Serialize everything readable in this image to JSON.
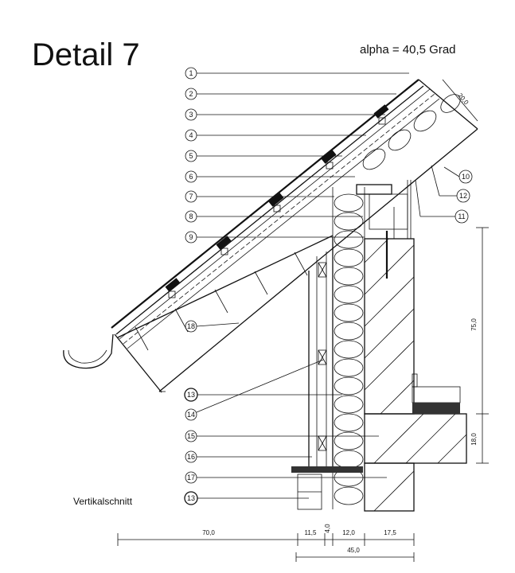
{
  "title": "Detail 7",
  "angle_label": "alpha = 40,5 Grad",
  "caption": "Vertikalschnitt",
  "callouts": [
    "1",
    "2",
    "3",
    "4",
    "5",
    "6",
    "7",
    "8",
    "9",
    "10",
    "11",
    "12",
    "13",
    "14",
    "15",
    "16",
    "17",
    "18",
    "13"
  ],
  "dimensions": {
    "bottom": [
      "70,0",
      "11,5",
      "4,0",
      "12,0",
      "17,5",
      "45,0"
    ],
    "right": [
      "75,0",
      "18,0"
    ],
    "rafter": "20,0"
  }
}
